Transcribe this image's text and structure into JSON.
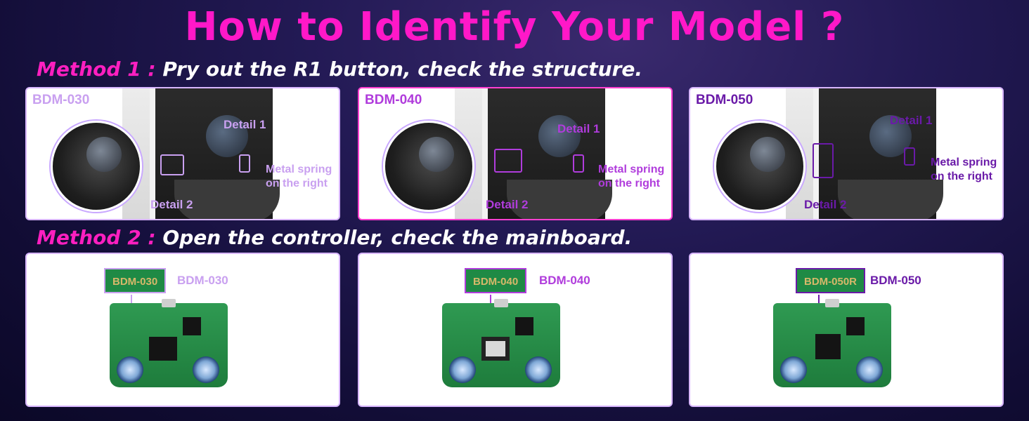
{
  "headline": "How to Identify Your Model ?",
  "method1": {
    "tag": "Method 1 :",
    "text": "Pry out the R1 button, check the structure."
  },
  "method2": {
    "tag": "Method 2 :",
    "text": "Open the controller, check the mainboard."
  },
  "r1_panels": [
    {
      "model": "BDM-030",
      "detail1": "Detail 1",
      "detail2": "Detail 2",
      "spring_line1": "Metal spring",
      "spring_line2": "on the right",
      "color": "#c9a0f0"
    },
    {
      "model": "BDM-040",
      "detail1": "Detail 1",
      "detail2": "Detail 2",
      "spring_line1": "Metal spring",
      "spring_line2": "on the right",
      "color": "#b03cdc"
    },
    {
      "model": "BDM-050",
      "detail1": "Detail 1",
      "detail2": "Detail 2",
      "spring_line1": "Metal spring",
      "spring_line2": "on the right",
      "color": "#6a1aa8"
    }
  ],
  "board_panels": [
    {
      "chip_label": "BDM-030",
      "model": "BDM-030",
      "color": "#c9a0f0"
    },
    {
      "chip_label": "BDM-040",
      "model": "BDM-040",
      "color": "#b03cdc"
    },
    {
      "chip_label": "BDM-050R",
      "model": "BDM-050",
      "color": "#6a1aa8"
    }
  ]
}
